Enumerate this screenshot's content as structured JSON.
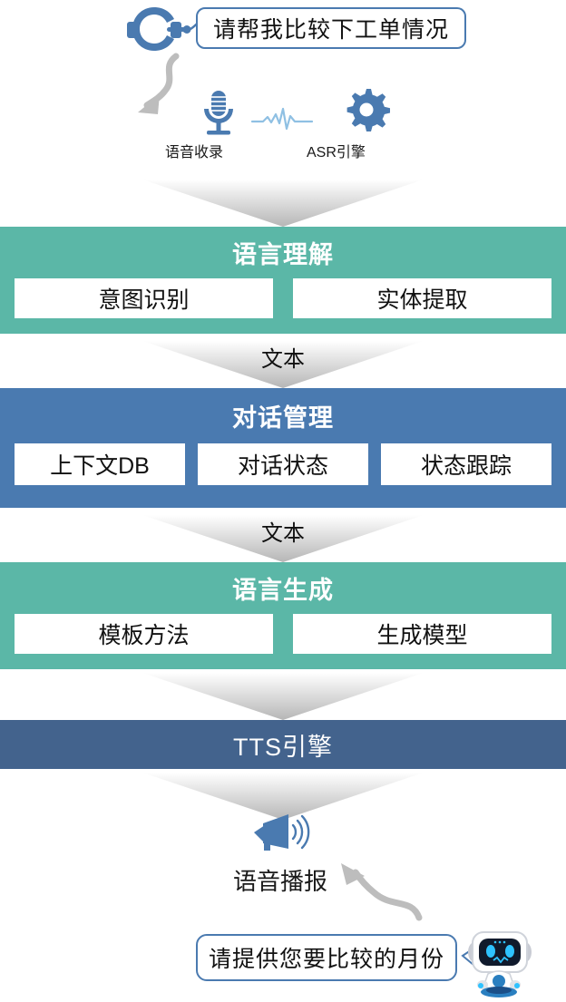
{
  "diagram": {
    "title_flow": "voice-assistant-pipeline",
    "colors": {
      "green": "#5bb7a7",
      "blue": "#4a7ab0",
      "dark_blue": "#43638d",
      "arrow_gray": "#b9b9b9",
      "bubble_border": "#4a7ab0"
    }
  },
  "user_input": {
    "icon": "headset-icon",
    "bubble_text": "请帮我比较下工单情况"
  },
  "capture_row": {
    "arrow_icon": "curved-arrow-icon",
    "items": [
      {
        "icon": "microphone-icon",
        "label": "语音收录"
      },
      {
        "icon": "gear-icon",
        "label": "ASR引擎"
      }
    ],
    "waveform_icon": "audio-waveform-icon"
  },
  "connectors": [
    {
      "label": ""
    },
    {
      "label": "文本"
    },
    {
      "label": "文本"
    },
    {
      "label": ""
    },
    {
      "label": ""
    }
  ],
  "stages": [
    {
      "id": "understanding",
      "title": "语言理解",
      "color": "green",
      "boxes": [
        "意图识别",
        "实体提取"
      ]
    },
    {
      "id": "dialog",
      "title": "对话管理",
      "color": "blue",
      "boxes": [
        "上下文DB",
        "对话状态",
        "状态跟踪"
      ]
    },
    {
      "id": "generation",
      "title": "语言生成",
      "color": "green",
      "boxes": [
        "模板方法",
        "生成模型"
      ]
    },
    {
      "id": "tts",
      "title": "TTS引擎",
      "color": "dark_blue",
      "boxes": []
    }
  ],
  "output": {
    "icon": "speaker-icon",
    "label": "语音播报",
    "arrow_icon": "curved-arrow-up-icon",
    "bubble_text": "请提供您要比较的月份",
    "robot_icon": "robot-mascot-icon"
  }
}
